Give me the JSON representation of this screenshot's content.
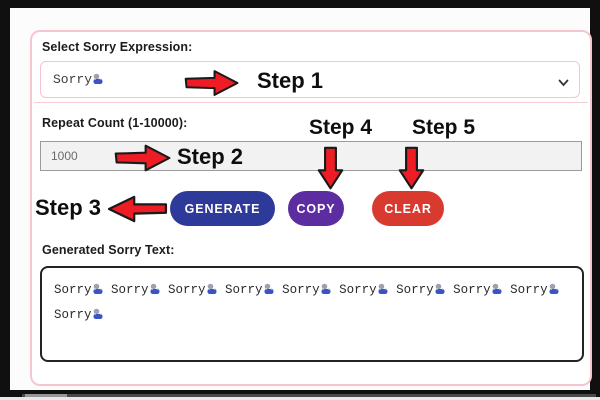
{
  "expression": {
    "label": "Select Sorry Expression:",
    "selected_value": "Sorry🙇"
  },
  "repeat": {
    "label": "Repeat Count (1-10000):",
    "value": "1000"
  },
  "buttons": {
    "generate": "GENERATE",
    "copy": "COPY",
    "clear": "CLEAR"
  },
  "output": {
    "label": "Generated Sorry Text:",
    "text": "Sorry🙇 Sorry🙇 Sorry🙇 Sorry🙇 Sorry🙇 Sorry🙇 Sorry🙇 Sorry🙇 Sorry🙇 Sorry🙇"
  },
  "annotations": {
    "step1": "Step 1",
    "step2": "Step 2",
    "step3": "Step 3",
    "step4": "Step 4",
    "step5": "Step 5"
  },
  "colors": {
    "generate_button": "#2e3a99",
    "copy_button": "#5c2da1",
    "clear_button": "#d93a30",
    "arrow_red": "#ee1c25",
    "card_border_pink": "#f5c6cd"
  }
}
